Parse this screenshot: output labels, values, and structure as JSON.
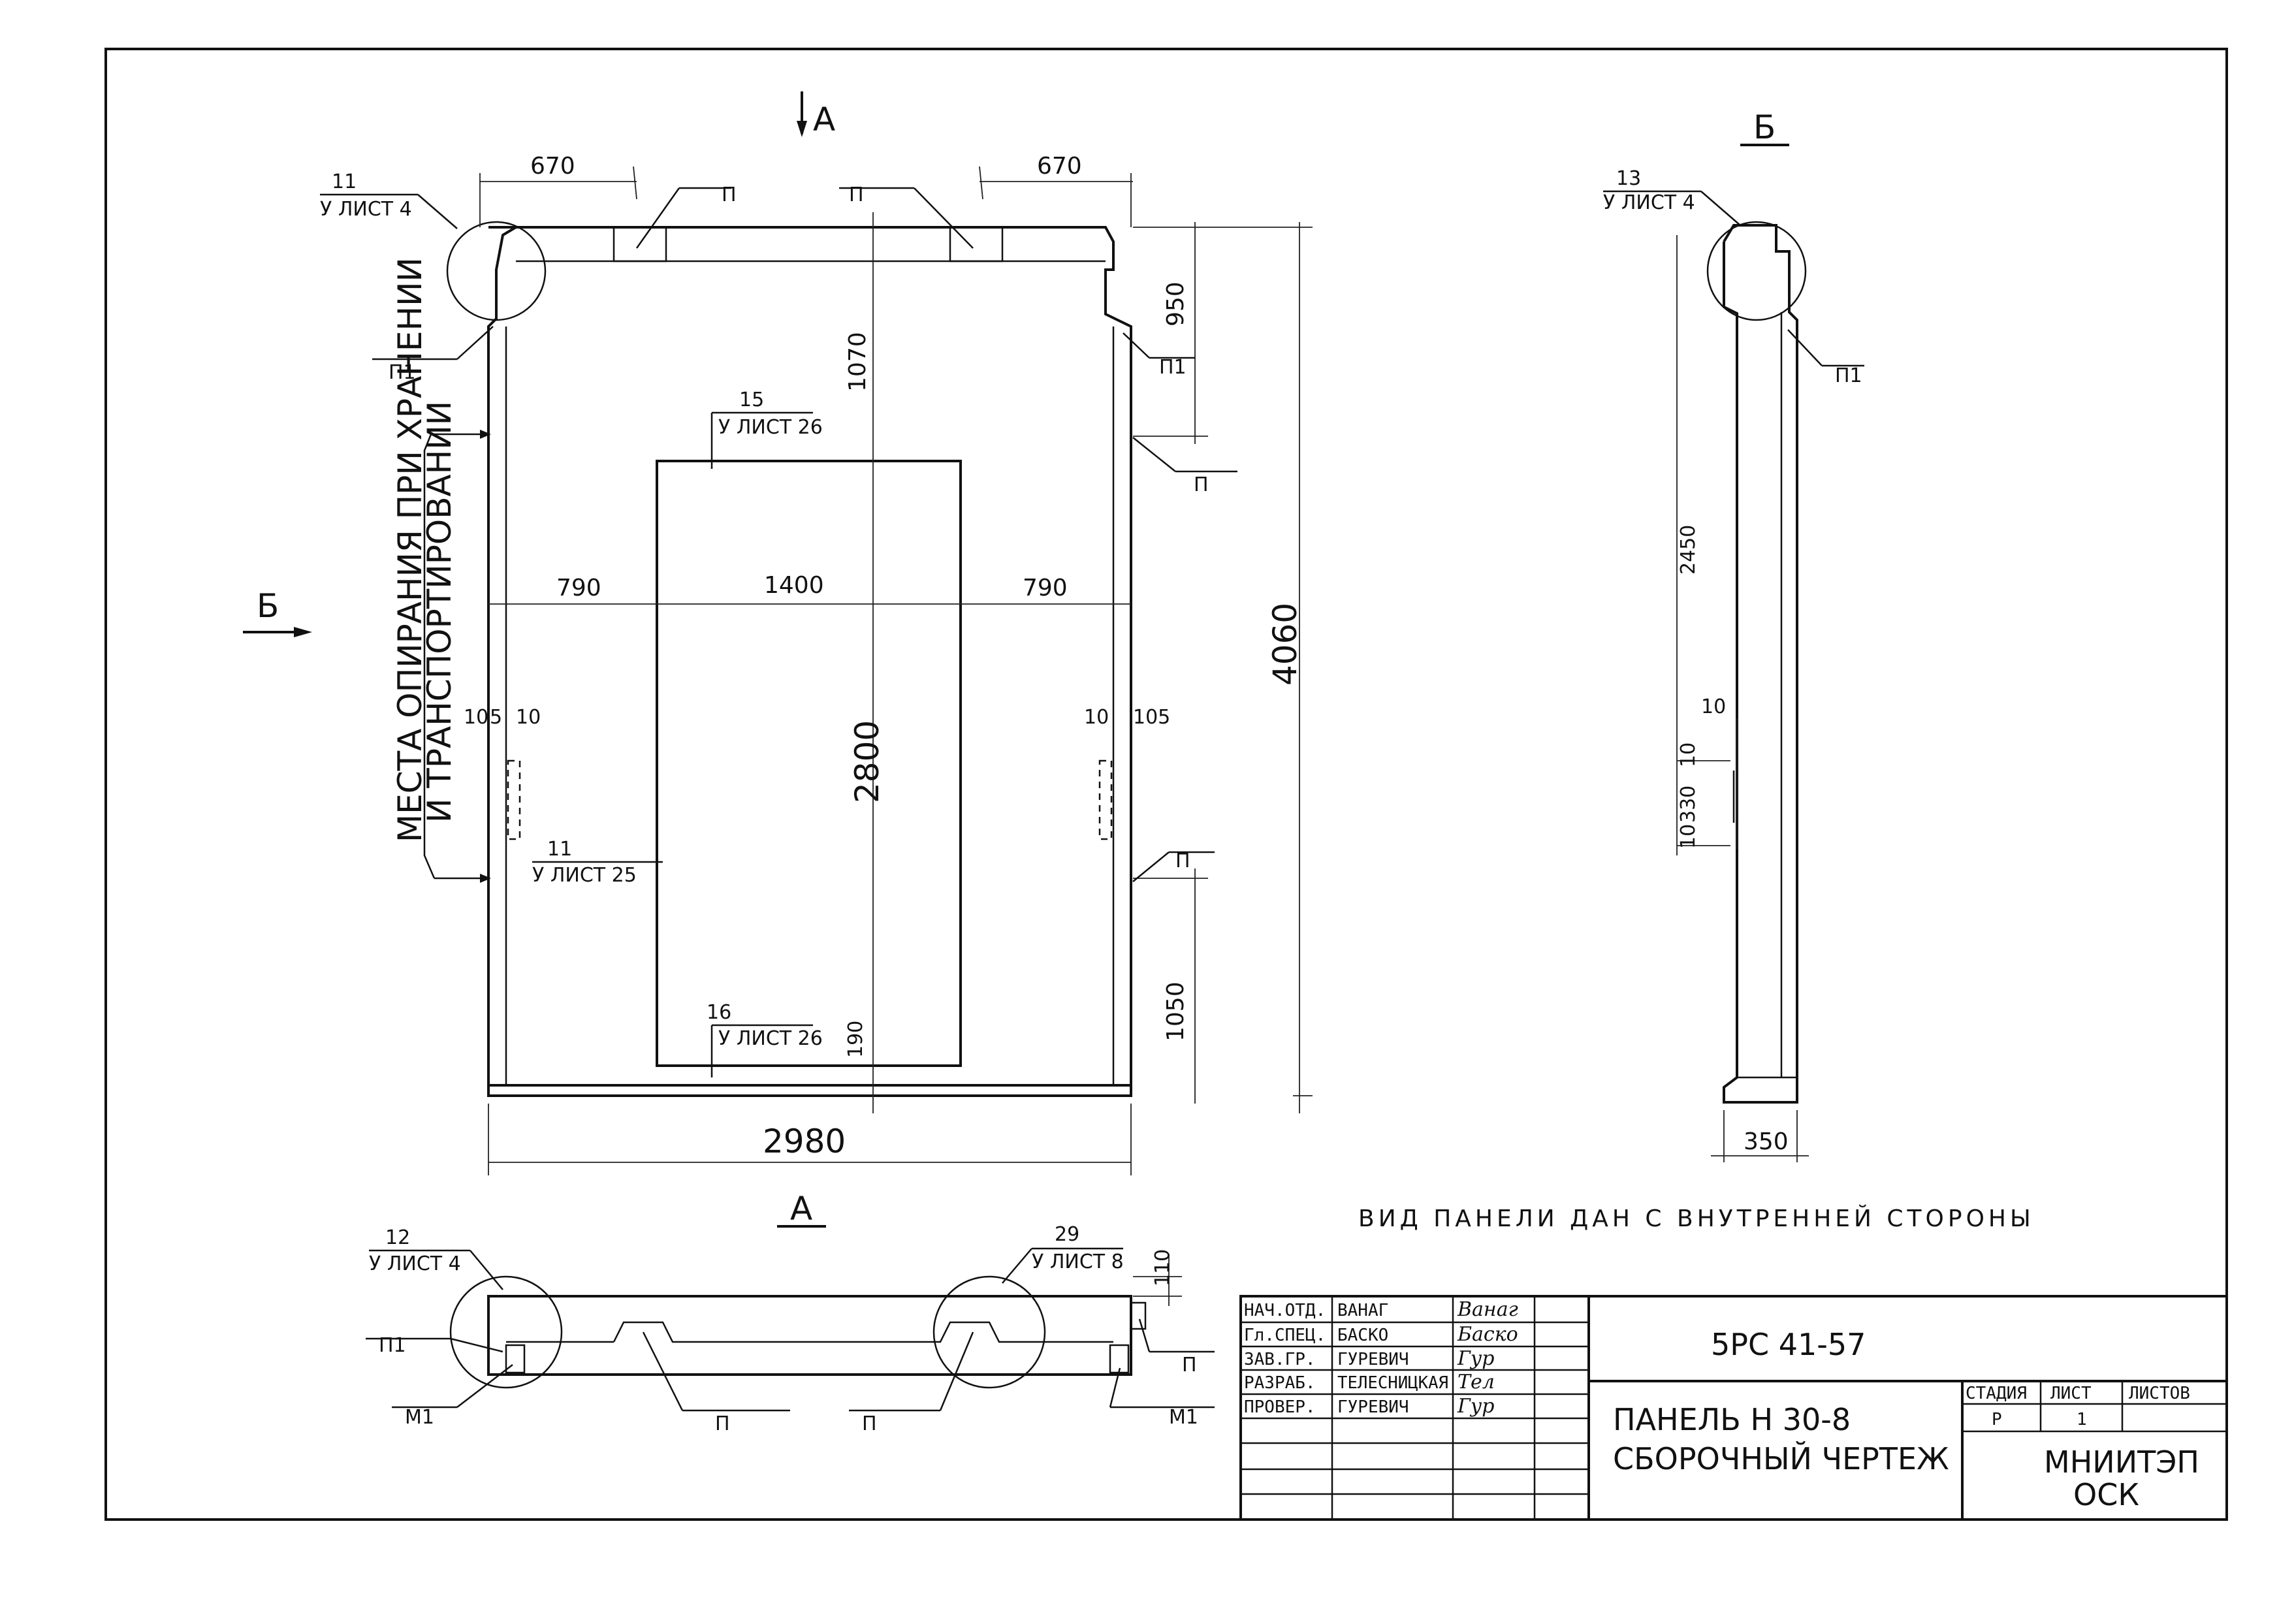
{
  "view_a_label": "А",
  "view_b_label": "Б",
  "note": "ВИД ПАНЕЛИ ДАН С ВНУТРЕННЕЙ СТОРОНЫ",
  "support_note_line1": "МЕСТА ОПИРАНИЯ ПРИ ХРАНЕНИИ",
  "support_note_line2": "И ТРАНСПОРТИРОВАНИИ",
  "dims": {
    "top_left": "670",
    "top_right": "670",
    "upper_right": "950",
    "top_to_opening": "1070",
    "overall_height": "4060",
    "left_side": "790",
    "opening_width": "1400",
    "right_side": "790",
    "opening_height": "2800",
    "bottom_right": "1050",
    "bottom": "190",
    "overall_width": "2980",
    "left_small_a": "10",
    "left_small_b": "5",
    "left_small_c": "10",
    "right_small_a": "10",
    "right_small_b": "105",
    "side_total": "2450",
    "side_10_a": "10",
    "side_330": "330",
    "side_10_b": "10",
    "side_10_c": "10",
    "side_thickness": "350",
    "section_height": "110"
  },
  "callouts": {
    "c11_num": "11",
    "c11_sheet": "У ЛИСТ 4",
    "c15_num": "15",
    "c15_sheet": "У ЛИСТ 26",
    "c11b_num": "11",
    "c11b_sheet": "У ЛИСТ 25",
    "c16_num": "16",
    "c16_sheet": "У ЛИСТ 26",
    "c13_num": "13",
    "c13_sheet": "У ЛИСТ 4",
    "c12_num": "12",
    "c12_sheet": "У ЛИСТ 4",
    "c29_num": "29",
    "c29_sheet": "У ЛИСТ 8"
  },
  "marks": {
    "p": "П",
    "p1": "П1",
    "m1": "М1"
  },
  "title_block": {
    "roles": [
      "НАЧ.ОТД.",
      "Гл.СПЕЦ.",
      "ЗАВ.ГР.",
      "РАЗРАБ.",
      "ПРОВЕР."
    ],
    "names": [
      "ВАНАГ",
      "БАСКО",
      "ГУРЕВИЧ",
      "ТЕЛЕСНИЦКАЯ",
      "ГУРЕВИЧ"
    ],
    "signatures": [
      "Ванаг",
      "Баско",
      "Гур",
      "Тел",
      "Гур"
    ],
    "code": "5РС 41-57",
    "title_line1": "ПАНЕЛЬ   Н 30-8",
    "title_line2": "СБОРОЧНЫЙ ЧЕРТЕЖ",
    "stage_head": "СТАДИЯ",
    "sheet_head": "ЛИСТ",
    "sheets_head": "ЛИСТОВ",
    "stage": "Р",
    "sheet": "1",
    "sheets": "",
    "org_line1": "МНИИТЭП",
    "org_line2": "ОСК"
  }
}
